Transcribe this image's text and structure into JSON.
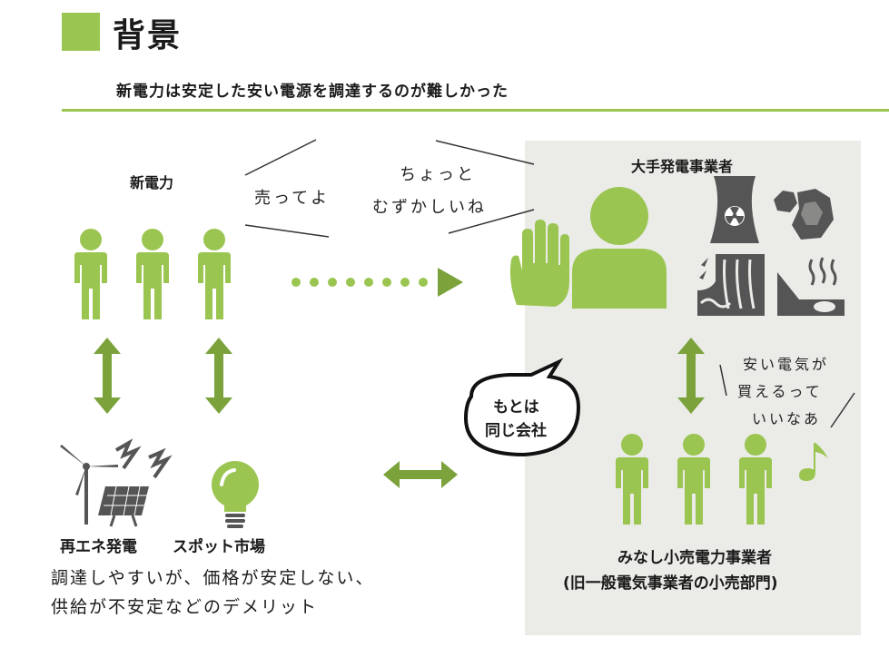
{
  "header": {
    "title": "背景",
    "subtitle": "新電力は安定した安い電源を調達するのが難しかった"
  },
  "new_power": {
    "label": "新電力"
  },
  "dialogue": {
    "sell_request": "売ってよ",
    "reply_line1": "ちょっと",
    "reply_line2": "むずかしいね"
  },
  "major_generators": {
    "label": "大手発電事業者"
  },
  "speech_bubble": {
    "line1": "もとは",
    "line2": "同じ会社"
  },
  "retailers": {
    "label_line1": "みなし小売電力事業者",
    "label_line2": "(旧一般電気事業者の小売部門)"
  },
  "retailer_comment": {
    "line1": "安い電気が",
    "line2": "買えるって",
    "line3": "いいなあ"
  },
  "sources": {
    "renewable": "再エネ発電",
    "spot_market": "スポット市場"
  },
  "note": {
    "line1": "調達しやすいが、価格が安定しない、",
    "line2": "供給が不安定などのデメリット"
  },
  "colors": {
    "accent": "#9bc551",
    "arrow": "#7ca23c",
    "panel": "#ebebe8",
    "icon_dark": "#555555"
  }
}
